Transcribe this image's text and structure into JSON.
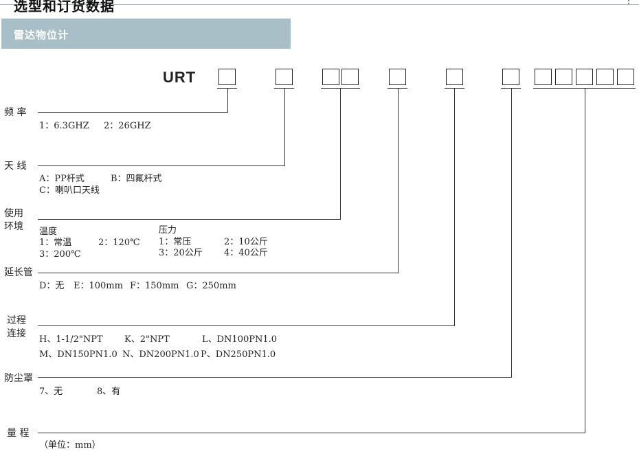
{
  "header": {
    "title": "选型和订货数据",
    "subtitle": "雷达物位计"
  },
  "code": {
    "prefix": "URT"
  },
  "fields": {
    "frequency": {
      "label": "频 率",
      "options": [
        "1：6.3GHZ",
        "2：26GHZ"
      ]
    },
    "antenna": {
      "label": "天 线",
      "options": [
        "A：PP杆式",
        "B：四氟杆式",
        "C：喇叭口天线"
      ]
    },
    "environment": {
      "label_line1": "使用",
      "label_line2": "环境",
      "temp_title": "温度",
      "temp_options": [
        "1：常温",
        "2：120℃",
        "3：200℃"
      ],
      "pressure_title": "压力",
      "pressure_options": [
        "1：常压",
        "2：10公斤",
        "3：20公斤",
        "4：40公斤"
      ]
    },
    "extension": {
      "label": "延长管",
      "options": [
        "D：无",
        "E：100mm",
        "F：150mm",
        "G：250mm"
      ]
    },
    "process": {
      "label_line1": "过程",
      "label_line2": "连接",
      "options": [
        "H、1-1/2\"NPT",
        "K、2\"NPT",
        "L、DN100PN1.0",
        "M、DN150PN1.0",
        "N、DN200PN1.0",
        "P、DN250PN1.0"
      ]
    },
    "dust_cover": {
      "label": "防尘罩",
      "options": [
        "7、无",
        "8、有"
      ]
    },
    "range": {
      "label": "量 程",
      "unit_note": "（单位：mm）"
    }
  }
}
